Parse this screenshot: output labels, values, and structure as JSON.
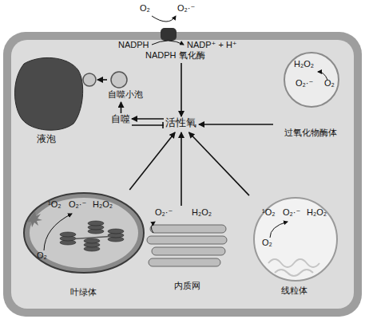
{
  "diagram": {
    "nodes": [
      {
        "text": [
          "NADPH 氧化酶"
        ]
      },
      {
        "text": [
          "液泡"
        ]
      },
      {
        "text": [
          "自噬小泡"
        ]
      },
      {
        "text": [
          "自噬"
        ]
      },
      {
        "text": [
          "活性氧"
        ]
      },
      {
        "text": [
          "H₂O₂",
          "O₂·⁻",
          "O₂",
          "过氧化物酶体"
        ]
      },
      {
        "text": [
          "¹O₂",
          "O₂·⁻",
          "H₂O₂",
          "O₂",
          "叶绿体"
        ]
      },
      {
        "text": [
          "O₂·⁻",
          "H₂O₂",
          "内质网"
        ]
      },
      {
        "text": [
          "¹O₂",
          "O₂·⁻",
          "H₂O₂",
          "O₂",
          "线粒体"
        ]
      }
    ],
    "edges": [
      {
        "from": 0,
        "to": 4,
        "arrow": "to"
      },
      {
        "from": 5,
        "to": 4,
        "arrow": "to"
      },
      {
        "from": 6,
        "to": 4,
        "arrow": "to"
      },
      {
        "from": 7,
        "to": 4,
        "arrow": "to"
      },
      {
        "from": 8,
        "to": 4,
        "arrow": "to"
      },
      {
        "from": 4,
        "to": 3,
        "arrow": "to"
      },
      {
        "from": 3,
        "to": 4,
        "arrow": "none"
      },
      {
        "from": 3,
        "to": 2,
        "arrow": "to"
      },
      {
        "from": 2,
        "to": 1,
        "arrow": "to"
      }
    ],
    "labels": [
      "O₂",
      "O₂·⁻",
      "NADPH",
      "NADP⁺ + H⁺"
    ]
  }
}
